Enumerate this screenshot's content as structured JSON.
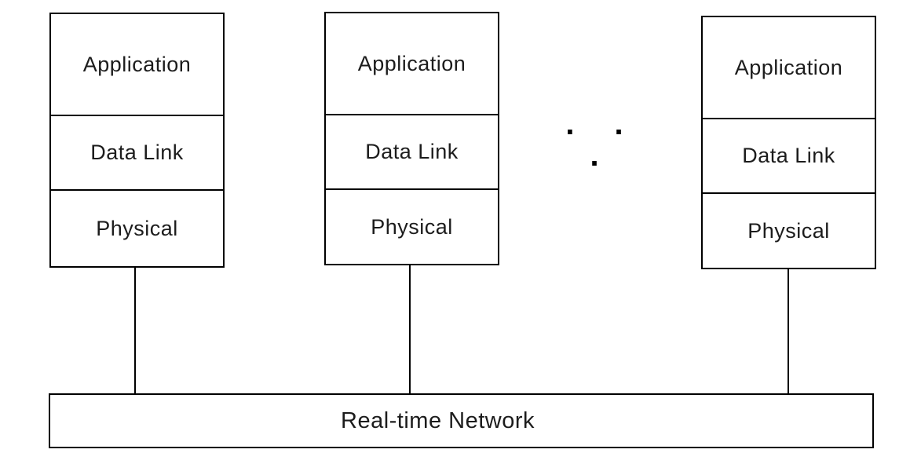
{
  "diagram": {
    "stacks": [
      {
        "layers": [
          "Application",
          "Data Link",
          "Physical"
        ]
      },
      {
        "layers": [
          "Application",
          "Data Link",
          "Physical"
        ]
      },
      {
        "layers": [
          "Application",
          "Data Link",
          "Physical"
        ]
      }
    ],
    "ellipsis": ". . .",
    "network": {
      "label": "Real-time Network"
    },
    "colors": {
      "line": "#000000",
      "background": "#ffffff",
      "text": "#1c1c1c"
    }
  }
}
